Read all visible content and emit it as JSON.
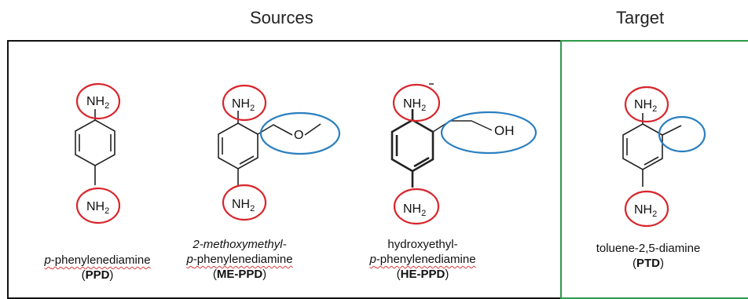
{
  "headers": {
    "sources": "Sources",
    "target": "Target"
  },
  "molecules": [
    {
      "abbr": "PPD",
      "name_prefix": "p",
      "name_rest": "-phenylenediamine",
      "top_group": "NH2",
      "bottom_group": "NH2"
    },
    {
      "abbr": "ME-PPD",
      "name_line1": "2-methoxymethyl-",
      "name_prefix": "p",
      "name_rest": "-phenylenediamine",
      "top_group": "NH2",
      "bottom_group": "NH2"
    },
    {
      "abbr": "HE-PPD",
      "name_line1": "hydroxyethyl-",
      "name_prefix": "p",
      "name_rest": "-phenylenediamine",
      "top_group": "NH2",
      "bottom_group": "NH2",
      "side_group": "OH"
    },
    {
      "abbr": "PTD",
      "name_line1": "toluene-2,5-diamine",
      "top_group": "NH2",
      "bottom_group": "NH2"
    }
  ],
  "colors": {
    "amine_circle": "#d8262c",
    "substituent_circle": "#2a7fc0",
    "target_border": "#2e9a4a",
    "sources_border": "#111111",
    "bond": "#222222"
  }
}
